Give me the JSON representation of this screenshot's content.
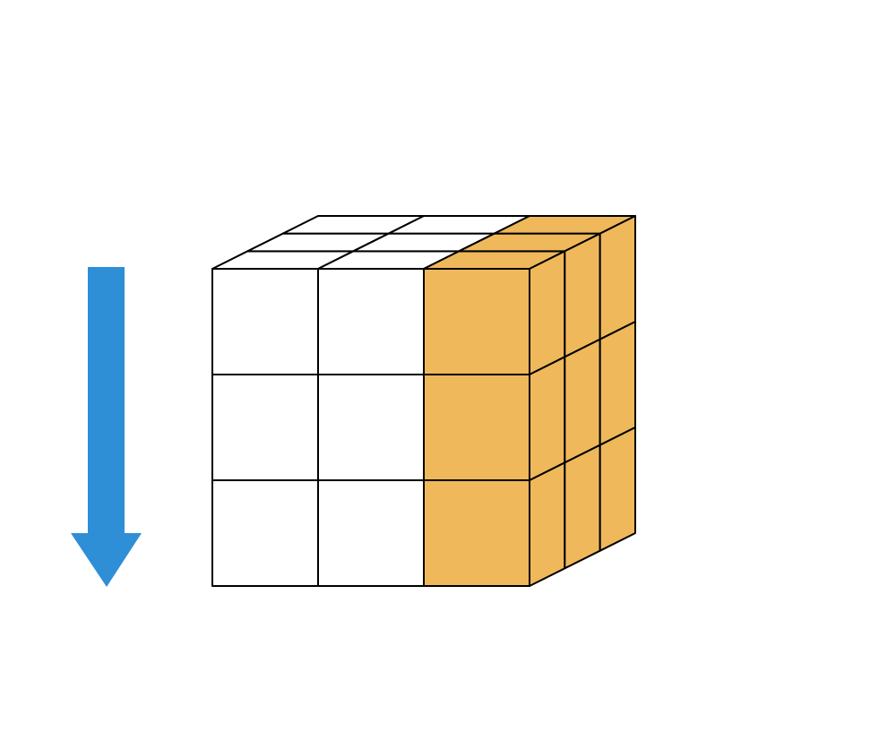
{
  "diagram": {
    "cube": {
      "grid_size": 3,
      "highlighted_column": 3,
      "highlight_color": "#EFB85B",
      "empty_color": "#FFFFFF",
      "edge_color": "#000000"
    },
    "arrow": {
      "direction": "down",
      "color": "#2E8ED6"
    }
  }
}
